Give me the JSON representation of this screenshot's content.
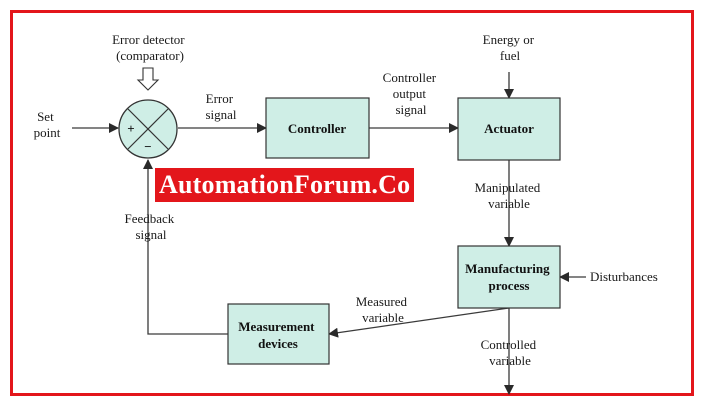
{
  "colors": {
    "frame": "#e3161b",
    "box_fill": "#cfeee6",
    "box_stroke": "#333333",
    "line": "#3a3a3a",
    "watermark_bg": "#e3161b",
    "watermark_text": "#ffffff"
  },
  "labels": {
    "error_detector": [
      "Error detector",
      "(comparator)"
    ],
    "set_point": [
      "Set",
      "point"
    ],
    "error_signal": [
      "Error",
      "signal"
    ],
    "controller_output_signal": [
      "Controller",
      "output",
      "signal"
    ],
    "energy_or_fuel": [
      "Energy or",
      "fuel"
    ],
    "manipulated_variable": [
      "Manipulated",
      "variable"
    ],
    "feedback_signal": [
      "Feedback",
      "signal"
    ],
    "disturbances": "Disturbances",
    "measured_variable": [
      "Measured",
      "variable"
    ],
    "controlled_variable": [
      "Controlled",
      "variable"
    ],
    "plus": "+",
    "minus": "−"
  },
  "boxes": {
    "controller": [
      "Controller"
    ],
    "actuator": [
      "Actuator"
    ],
    "manufacturing_process": [
      "Manufacturing",
      "process"
    ],
    "measurement_devices": [
      "Measurement",
      "devices"
    ]
  },
  "watermark": "AutomationForum.Co"
}
